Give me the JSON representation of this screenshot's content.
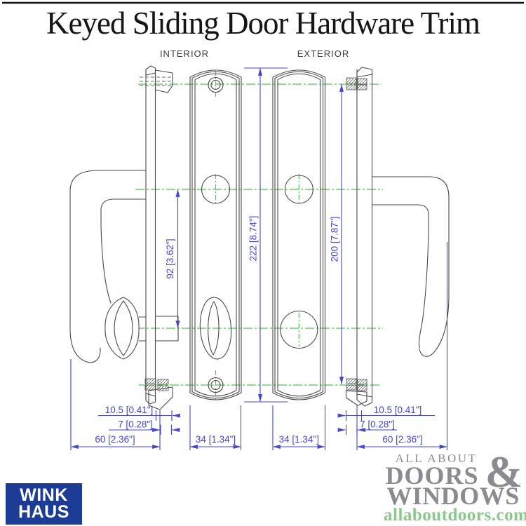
{
  "page": {
    "title": "Keyed Sliding Door Hardware Trim"
  },
  "diagram": {
    "labels": {
      "interior": "INTERIOR",
      "exterior": "EXTERIOR"
    },
    "dimensions": {
      "vertical_92": "92 [3.62\"]",
      "vertical_222": "222 [8.74\"]",
      "vertical_200": "200 [7.87\"]",
      "left_offset_105": "10.5 [0.41\"]",
      "left_offset_7": "7 [0.28\"]",
      "left_width_60": "60 [2.36\"]",
      "left_plate_34": "34 [1.34\"]",
      "right_plate_34": "34 [1.34\"]",
      "right_offset_105": "10.5 [0.41\"]",
      "right_offset_7": "7 [0.28\"]",
      "right_width_60": "60 [2.36\"]"
    },
    "colors": {
      "outline": "#4a4a4a",
      "dimension": "#4646cc",
      "centerline": "#52c852"
    }
  },
  "branding": {
    "winkhaus": {
      "line1": "WINK",
      "line2": "HAUS",
      "background": "#1d3c96",
      "text_color": "#ffffff"
    },
    "aadw": {
      "tagline": "ALL ABOUT",
      "word1": "DOORS",
      "ampersand": "&",
      "word2": "WINDOWS",
      "url": "allaboutdoors.com",
      "text_color": "#8b8b91",
      "url_color": "#8bc98b"
    }
  }
}
